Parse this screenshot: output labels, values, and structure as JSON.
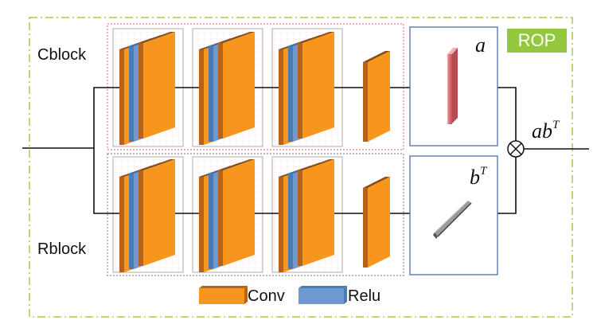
{
  "labels": {
    "rop": "ROP",
    "cblock": "Cblock",
    "rblock": "Rblock",
    "a": "a",
    "b": "b",
    "b_sup": "T",
    "ab": "ab",
    "ab_sup": "T",
    "otimes": "⊗"
  },
  "legend": {
    "conv": "Conv",
    "relu": "Relu"
  },
  "colors": {
    "conv": "#f7961d",
    "conv_side": "#b6621b",
    "relu": "#6f9ad0",
    "outer_frame": "#a7c84a",
    "rop_badge": "#93c83e",
    "cblock_border": "#e8807f",
    "rblock_border": "#8f8f8f",
    "a_bar": "#e06a70",
    "b_bar": "#8a8a8a"
  }
}
